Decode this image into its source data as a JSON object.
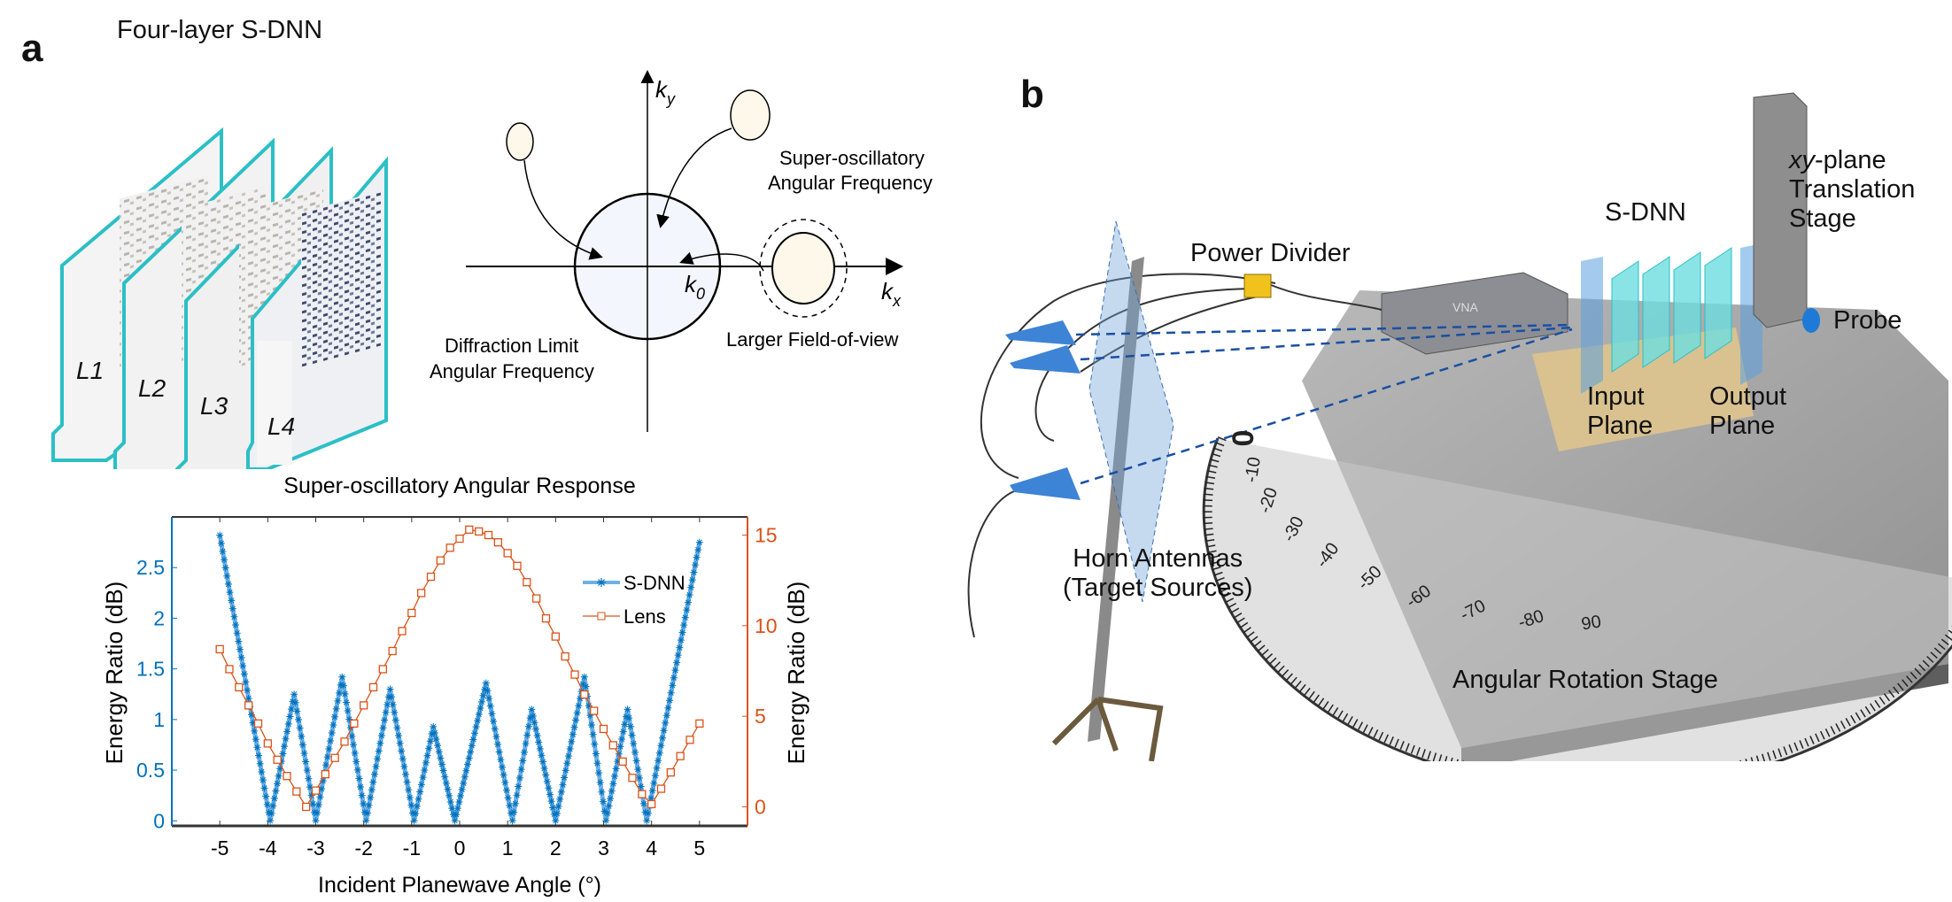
{
  "panel_a": {
    "letter": "a",
    "layers_title": "Four-layer S-DNN",
    "layer_labels": [
      "L1",
      "L2",
      "L3",
      "L4"
    ],
    "kspace": {
      "ky": "k",
      "ky_sub": "y",
      "kx": "k",
      "kx_sub": "x",
      "k0": "k",
      "k0_sub": "0",
      "super_osc_line1": "Super-oscillatory",
      "super_osc_line2": "Angular Frequency",
      "diffraction_line1": "Diffraction Limit",
      "diffraction_line2": "Angular Frequency",
      "fov": "Larger Field-of-view"
    }
  },
  "panel_b": {
    "letter": "b",
    "power_divider": "Power Divider",
    "vna": "VNA",
    "sdnn": "S-DNN",
    "xy_stage_italic": "xy",
    "xy_stage_line1": "-plane",
    "xy_stage_line2": "Translation",
    "xy_stage_line3": "Stage",
    "probe": "Probe",
    "input_plane_line1": "Input",
    "input_plane_line2": "Plane",
    "output_plane_line1": "Output",
    "output_plane_line2": "Plane",
    "horn_line1": "Horn Antennas",
    "horn_line2": "(Target Sources)",
    "rotation_stage": "Angular Rotation Stage",
    "protractor_ticks": [
      "0",
      "-10",
      "-20",
      "-30",
      "-40",
      "-50",
      "-60",
      "-70",
      "-80",
      "90"
    ]
  },
  "colors": {
    "sdnn": "#0072BD",
    "lens": "#D95319",
    "cyan": "#2bbfc6",
    "plane": "#6f9fd8"
  },
  "chart_data": {
    "type": "line",
    "title": "Super-oscillatory Angular Response",
    "xlabel": "Incident Planewave Angle (°)",
    "ylabel": "Energy Ratio (dB)",
    "ylabel_right": "Energy Ratio (dB)",
    "xlim": [
      -6,
      6
    ],
    "ylim": [
      -0.05,
      3.0
    ],
    "ylim_right": [
      -1.05,
      16
    ],
    "xticks": [
      "-5",
      "-4",
      "-3",
      "-2",
      "-1",
      "0",
      "1",
      "2",
      "3",
      "4",
      "5"
    ],
    "yticks": [
      "0",
      "0.5",
      "1",
      "1.5",
      "2",
      "2.5"
    ],
    "yticks_right": [
      "0",
      "5",
      "10",
      "15"
    ],
    "legend_position": "top-right",
    "series": [
      {
        "name": "S-DNN",
        "axis": "left",
        "marker": "asterisk",
        "x": [
          -5,
          -3.95,
          -3.45,
          -3.0,
          -2.45,
          -1.95,
          -1.45,
          -0.95,
          -0.55,
          -0.1,
          0.55,
          1.1,
          1.5,
          2.0,
          2.6,
          3.05,
          3.5,
          3.9,
          5
        ],
        "y": [
          2.82,
          0,
          1.25,
          0,
          1.42,
          0,
          1.3,
          0,
          0.93,
          0,
          1.36,
          0,
          1.1,
          0,
          1.42,
          0,
          1.1,
          0,
          2.75
        ]
      },
      {
        "name": "Lens",
        "axis": "right",
        "marker": "square",
        "x": [
          -5,
          -4.8,
          -4.6,
          -4.4,
          -4.2,
          -4,
          -3.8,
          -3.6,
          -3.4,
          -3.2,
          -3,
          -2.8,
          -2.6,
          -2.4,
          -2.2,
          -2,
          -1.8,
          -1.6,
          -1.4,
          -1.2,
          -1,
          -0.8,
          -0.6,
          -0.4,
          -0.2,
          0,
          0.2,
          0.4,
          0.6,
          0.8,
          1,
          1.2,
          1.4,
          1.6,
          1.8,
          2,
          2.2,
          2.4,
          2.6,
          2.8,
          3,
          3.2,
          3.4,
          3.6,
          3.8,
          4,
          4.2,
          4.4,
          4.6,
          4.8,
          5
        ],
        "y": [
          8.7,
          7.6,
          6.6,
          5.6,
          4.6,
          3.5,
          2.6,
          1.7,
          0.85,
          0,
          0.9,
          1.8,
          2.7,
          3.6,
          4.6,
          5.6,
          6.6,
          7.6,
          8.6,
          9.7,
          10.7,
          11.8,
          12.7,
          13.6,
          14.3,
          14.8,
          15.3,
          15.2,
          15.0,
          14.6,
          14.0,
          13.3,
          12.4,
          11.5,
          10.4,
          9.4,
          8.3,
          7.3,
          6.2,
          5.3,
          4.3,
          3.4,
          2.5,
          1.6,
          0.7,
          0.15,
          1.0,
          1.9,
          2.8,
          3.7,
          4.6
        ]
      }
    ]
  }
}
